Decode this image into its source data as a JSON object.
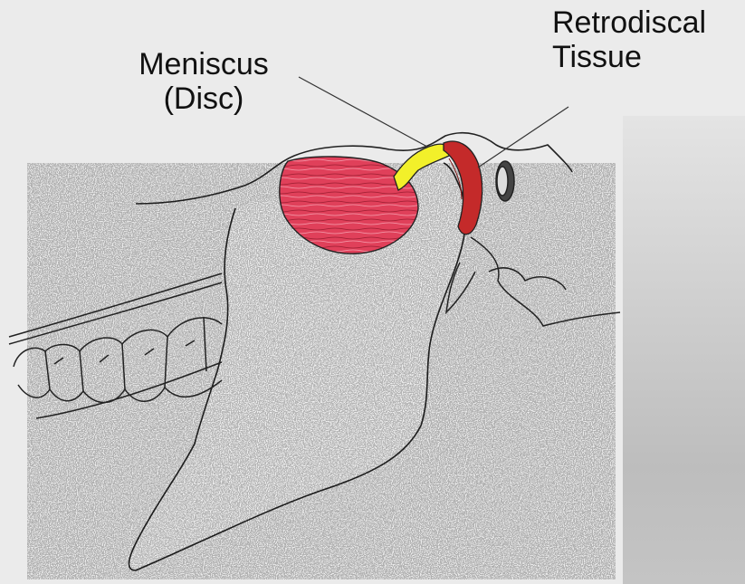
{
  "labels": {
    "meniscus": {
      "line1": "Meniscus",
      "line2": "(Disc)"
    },
    "retrodiscal": {
      "line1": "Retrodiscal",
      "line2": "Tissue"
    }
  },
  "colors": {
    "background": "#ebebeb",
    "condyle_fill": "#e0405a",
    "disc_fill": "#f2f02a",
    "retrodiscal_fill": "#c42a2a",
    "outline": "#222222"
  }
}
